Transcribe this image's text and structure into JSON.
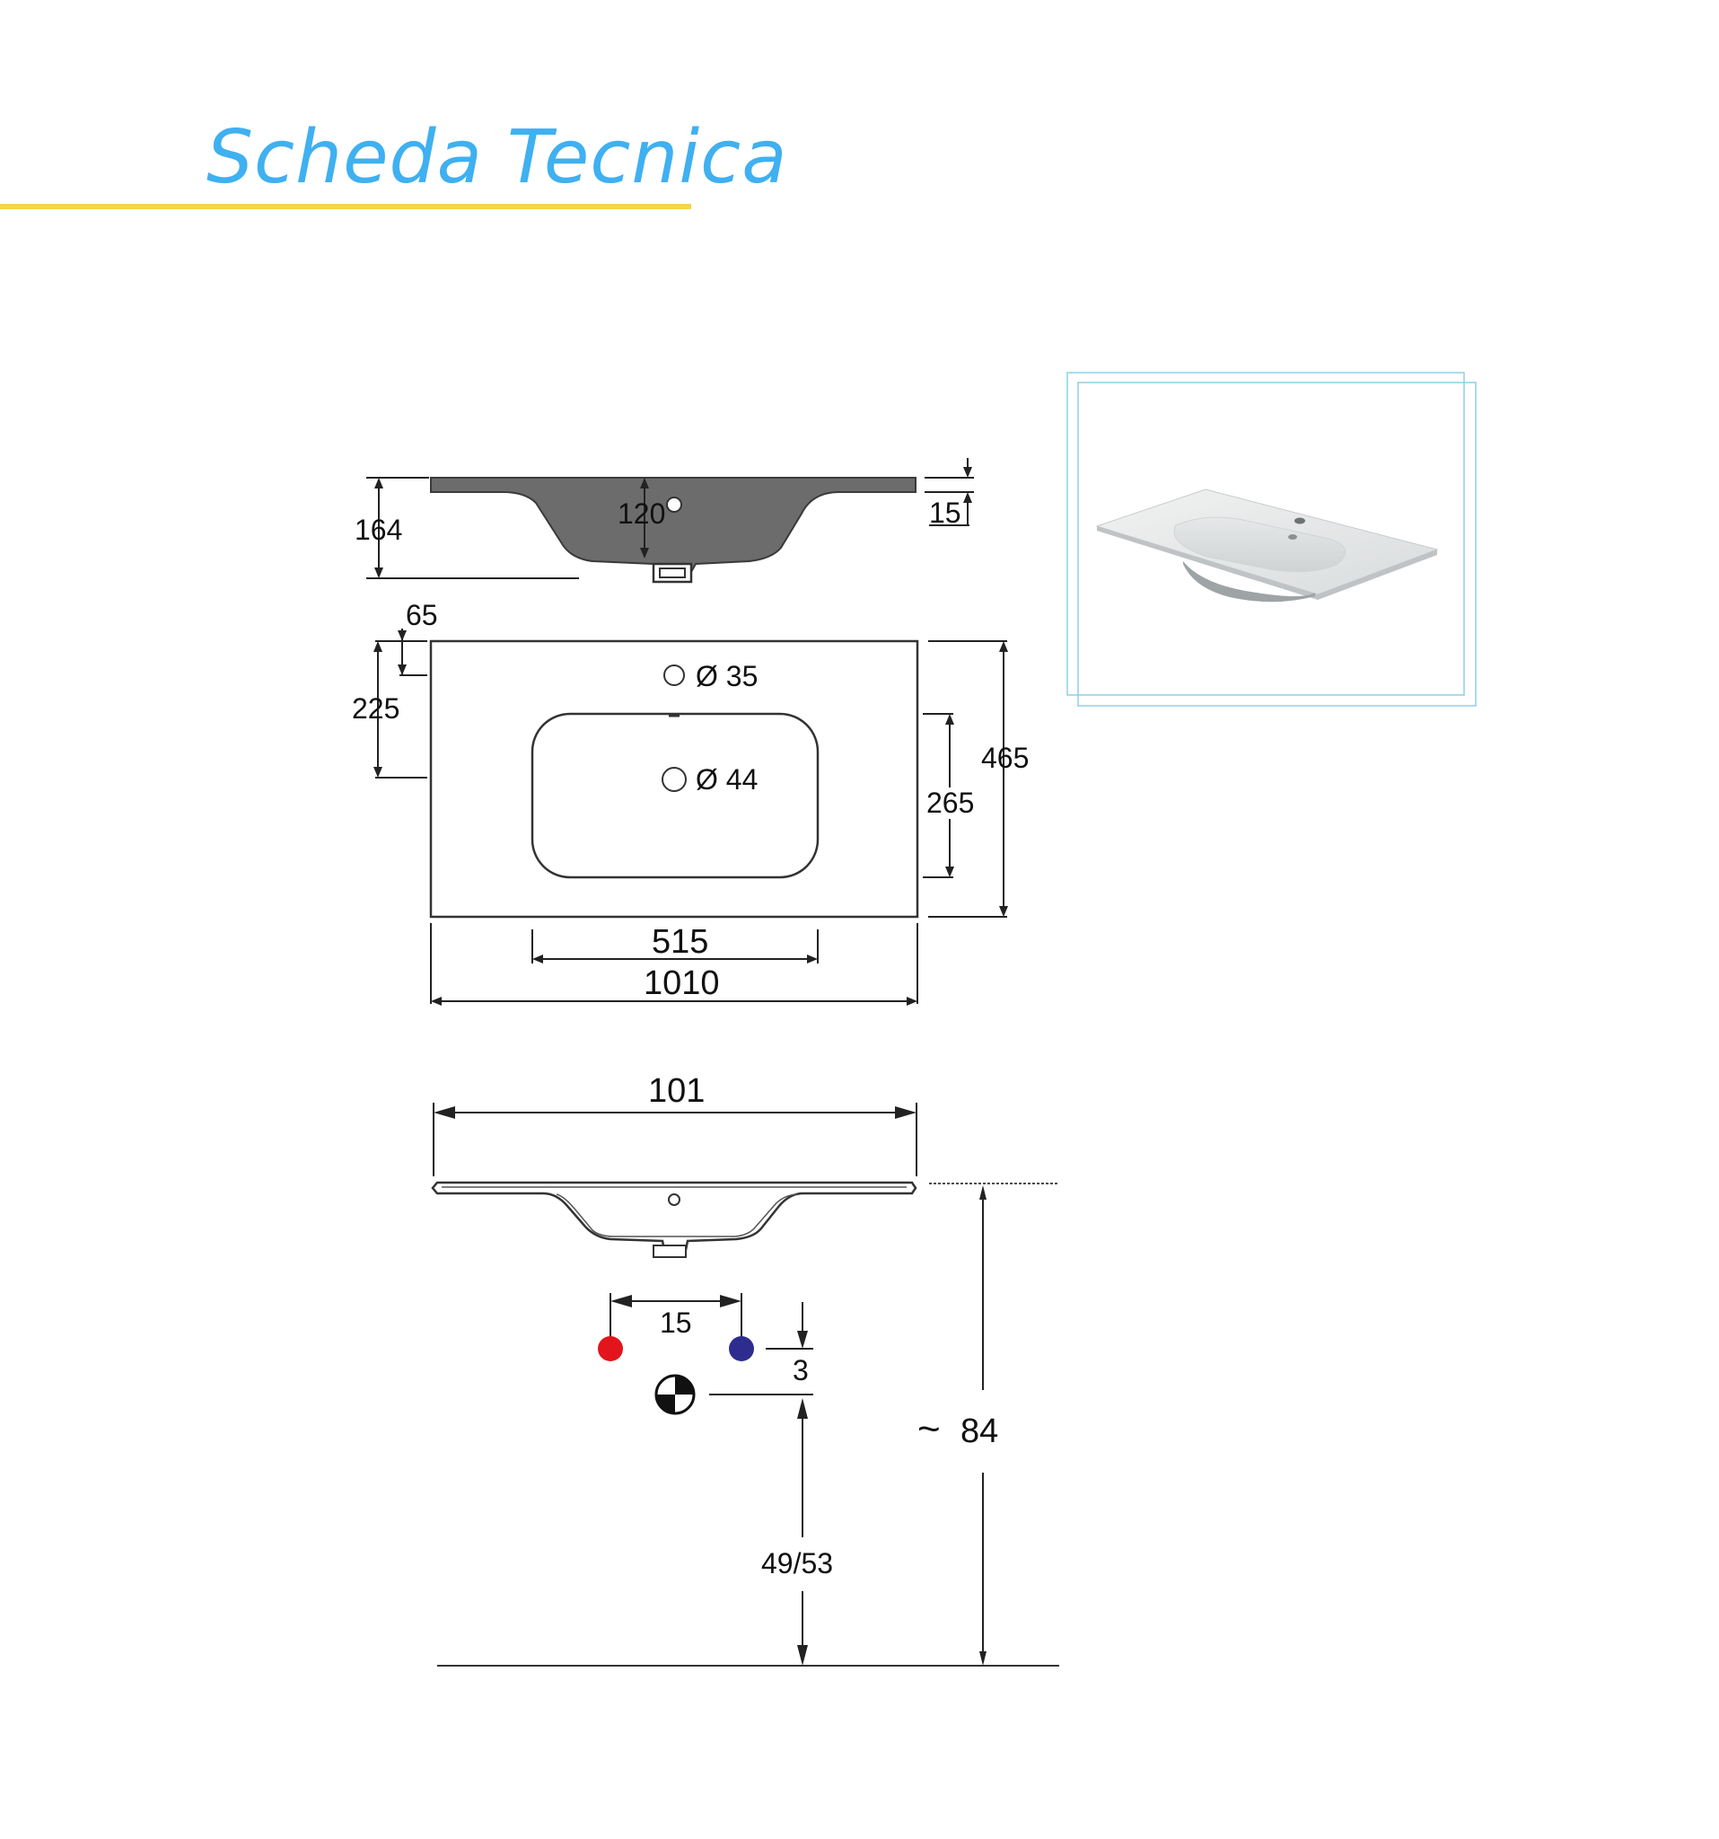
{
  "header": {
    "title": "Scheda Tecnica",
    "title_color": "#3fb0f0",
    "rule_color": "#f7d448"
  },
  "section_view": {
    "depth": "164",
    "rim_thickness": "15",
    "drain_depth": "120"
  },
  "top_view": {
    "tap_hole_offset": "65",
    "tap_hole_depth": "225",
    "tap_hole_diameter": "Ø 35",
    "drain_diameter": "Ø 44",
    "overall_depth": "465",
    "basin_depth": "265",
    "basin_width": "515",
    "overall_width": "1010"
  },
  "install_view": {
    "width": "101",
    "supply_spacing": "15",
    "supply_offset": "3",
    "drain_height": "49/53",
    "rim_height": "84",
    "rim_height_prefix": "~",
    "hot_color": "#e3141b",
    "cold_color": "#2e2d8f"
  },
  "product_photo": {
    "frame_color": "#8ecfe6"
  }
}
